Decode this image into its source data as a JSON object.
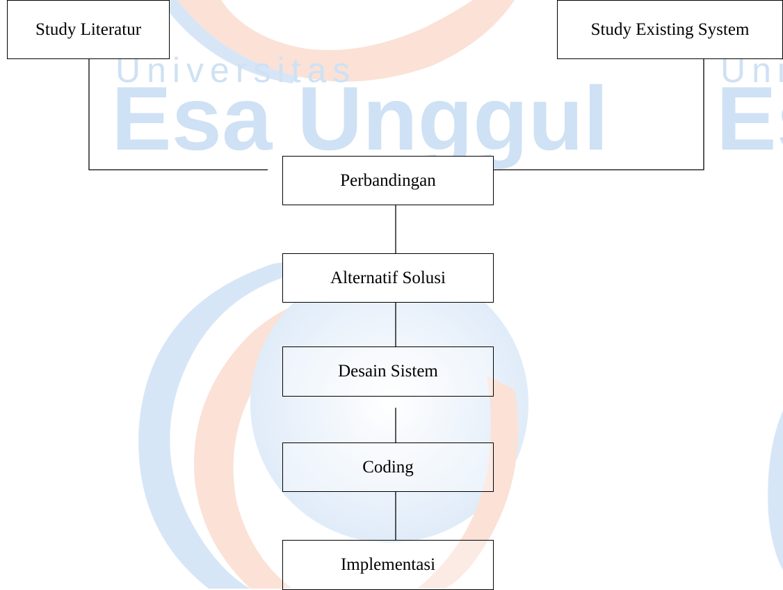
{
  "watermark": {
    "brand_line1": "Universitas",
    "brand_line2": "Esa Unggul",
    "brand_right_fragment1": "Uni",
    "brand_right_fragment2": "Es",
    "colors": {
      "blue": "#d7e6f7",
      "blue_text": "#cfe1f4",
      "orange": "#fbe1d6"
    }
  },
  "nodes": {
    "study_literatur": "Study Literatur",
    "study_existing": "Study Existing System",
    "perbandingan": "Perbandingan",
    "alternatif_solusi": "Alternatif Solusi",
    "desain_sistem": "Desain Sistem",
    "coding": "Coding",
    "implementasi": "Implementasi"
  }
}
